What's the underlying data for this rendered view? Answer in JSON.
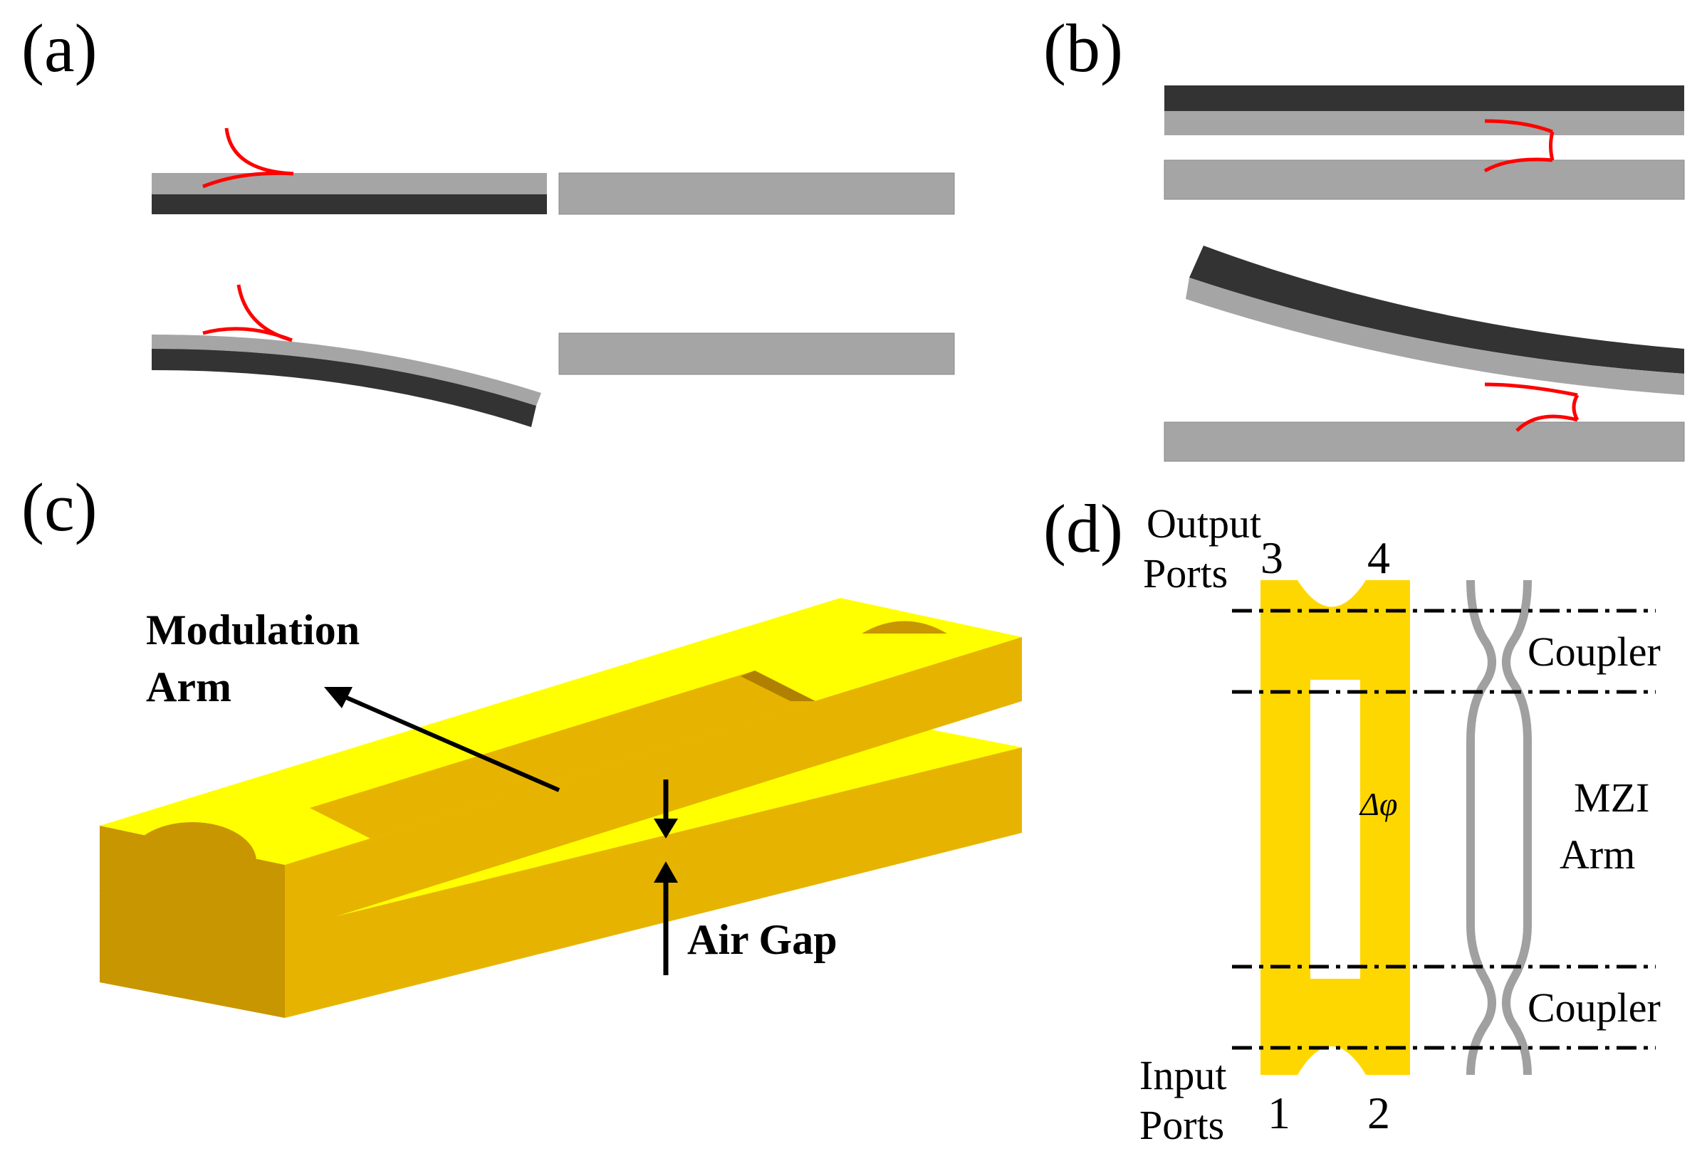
{
  "panels": {
    "a": {
      "label": "(a)"
    },
    "b": {
      "label": "(b)"
    },
    "c": {
      "label": "(c)",
      "modulation_arm_line1": "Modulation",
      "modulation_arm_line2": "Arm",
      "air_gap": "Air Gap"
    },
    "d": {
      "label": "(d)",
      "output_line1": "Output",
      "output_line2": "Ports",
      "input_line1": "Input",
      "input_line2": "Ports",
      "port1": "1",
      "port2": "2",
      "port3": "3",
      "port4": "4",
      "coupler_top": "Coupler",
      "coupler_bottom": "Coupler",
      "mzi_line1": "MZI",
      "mzi_line2": "Arm",
      "phase": "Δφ"
    }
  },
  "colors": {
    "waveguide_gray": "#a5a5a5",
    "electrode_dark": "#333333",
    "mode_red": "#ff0000",
    "yellow_top": "#ffff00",
    "yellow_side": "#c89600",
    "yellow_front": "#e6b400",
    "d_yellow": "#ffd700",
    "d_gray": "#a0a0a0"
  }
}
